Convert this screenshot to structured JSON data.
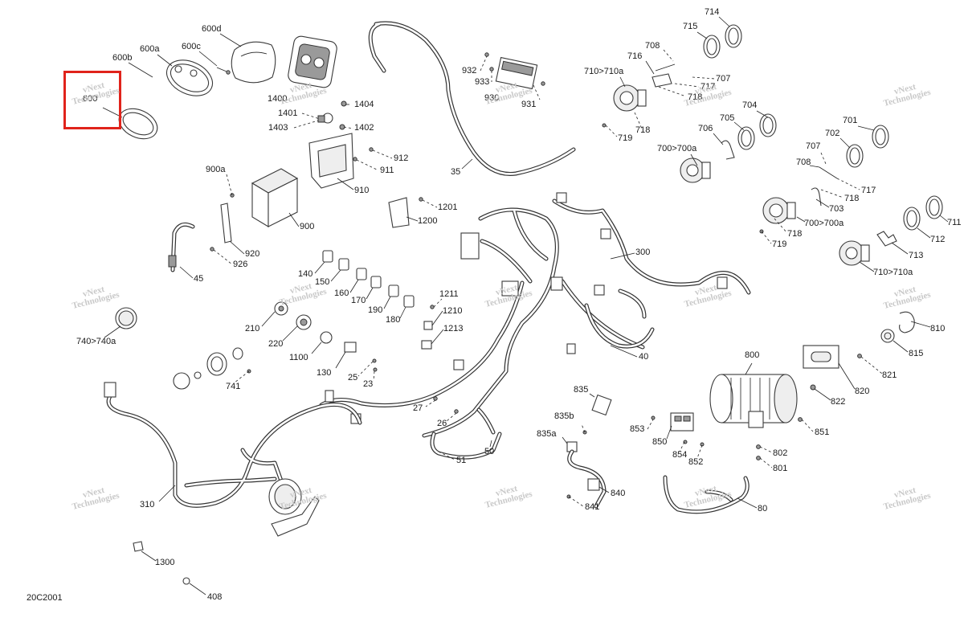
{
  "diagram_code": "20C2001",
  "highlight_color": "#e0231b",
  "watermark": {
    "line1": "vNext",
    "line2": "Technologies"
  },
  "callouts": [
    "600",
    "600a",
    "600b",
    "600c",
    "600d",
    "1400",
    "1404",
    "1401",
    "1402",
    "1403",
    "912",
    "911",
    "910",
    "900a",
    "900",
    "920",
    "926",
    "45",
    "35",
    "932",
    "933",
    "930",
    "931",
    "1201",
    "1200",
    "140",
    "150",
    "160",
    "170",
    "190",
    "180",
    "1211",
    "1210",
    "1213",
    "210",
    "220",
    "1100",
    "130",
    "25",
    "23",
    "741",
    "740>740a",
    "300",
    "40",
    "27",
    "26",
    "50",
    "51",
    "310",
    "1300",
    "408",
    "835",
    "835b",
    "835a",
    "840",
    "841",
    "853",
    "850",
    "854",
    "852",
    "800",
    "802",
    "801",
    "851",
    "822",
    "820",
    "821",
    "815",
    "810",
    "80",
    "714",
    "715",
    "708",
    "716",
    "710>710a",
    "707",
    "717",
    "718",
    "704",
    "705",
    "706",
    "718",
    "719",
    "700>700a",
    "701",
    "702",
    "707",
    "708",
    "717",
    "718",
    "703",
    "700>700a",
    "718",
    "719",
    "711",
    "712",
    "713",
    "710>710a"
  ]
}
